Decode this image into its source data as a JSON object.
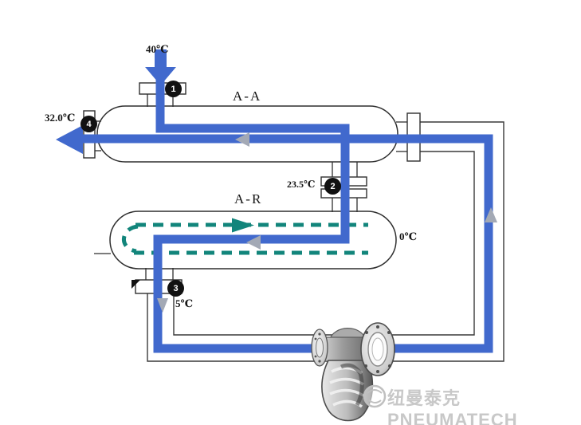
{
  "diagram": {
    "vessels": {
      "top_label": "A-A",
      "bottom_label": "A-R"
    },
    "temperatures": {
      "inlet": "40℃",
      "outlet": "32.0℃",
      "interstage": "23.5℃",
      "evaporator": "0℃",
      "evaporator_outlet": "5℃"
    },
    "markers": {
      "m1": "1",
      "m2": "2",
      "m3": "3",
      "m4": "4"
    },
    "watermark": {
      "brand": "纽曼泰克PNEUMATECH"
    },
    "colors": {
      "pipe_blue": "#4169cd",
      "refrigerant_teal": "#12857b",
      "flow_arrow_gray": "#a3a9b5",
      "line_dark": "#3a3a3a",
      "marker_black": "#111111",
      "watermark_gray": "#c8c8c8"
    }
  }
}
